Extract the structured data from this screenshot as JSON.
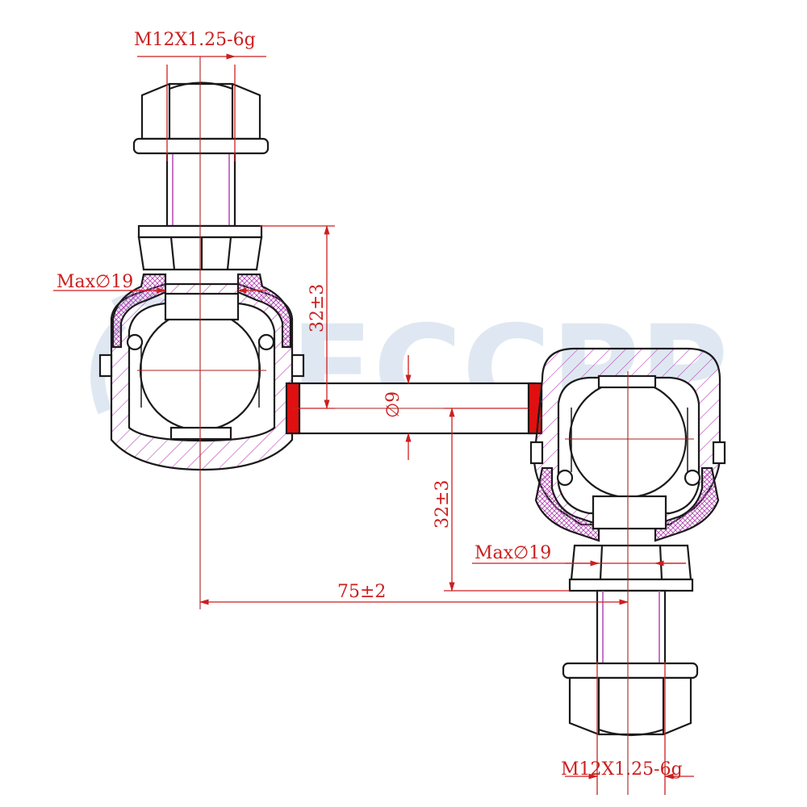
{
  "watermark": {
    "text": "ECCPP",
    "color": "#dfe8f2"
  },
  "colors": {
    "outline": "#1a1a1a",
    "dimension": "#cc1f1f",
    "housing_hatch": "#b347b3",
    "seal_fill": "#e6b8e6",
    "bushing_red": "#e01010",
    "center_line": "#aa2222"
  },
  "labels": {
    "thread_top": "M12X1.25-6g",
    "thread_bottom": "M12X1.25-6g",
    "max_dia_top": "Max∅19",
    "max_dia_bottom": "Max∅19",
    "height_left": "32±3",
    "height_right": "32±3",
    "rod_dia": "∅9",
    "center_distance": "75±2"
  }
}
